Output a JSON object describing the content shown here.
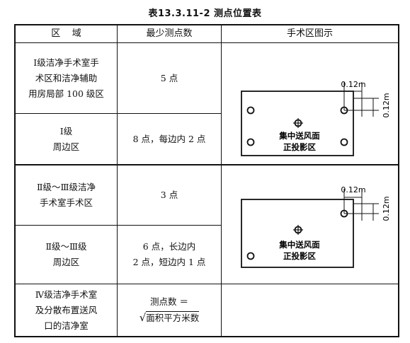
{
  "title": "表13.3.11-2   测点位置表",
  "header": {
    "col1": "区    域",
    "col2": "最少测点数",
    "col3": "手术区图示"
  },
  "rows": [
    {
      "area_lines": [
        "Ⅰ级洁净手术室手",
        "术区和洁净辅助",
        "用房局部 100 级区"
      ],
      "points_lines": [
        "5 点"
      ]
    },
    {
      "area_lines": [
        "Ⅰ级",
        "周边区"
      ],
      "points_lines": [
        "8 点，每边内 2 点"
      ]
    },
    {
      "area_lines": [
        "Ⅱ级～Ⅲ级洁净",
        "手术室手术区"
      ],
      "points_lines": [
        "3 点"
      ]
    },
    {
      "area_lines": [
        "Ⅱ级～Ⅲ级",
        "周边区"
      ],
      "points_lines": [
        "6 点，长边内",
        "2 点，短边内 1 点"
      ]
    },
    {
      "area_lines": [
        "Ⅳ级洁净手术室",
        "及分散布置送风",
        "口的洁净室"
      ],
      "points_lines": [
        "测点数 ＝",
        "面积平方米数"
      ]
    }
  ],
  "diagram": {
    "dim_label_h": "0.12m",
    "dim_label_v": "0.12m",
    "center_label_1": "集中送风面",
    "center_label_2": "正投影区"
  },
  "sqrt_symbol": "√"
}
